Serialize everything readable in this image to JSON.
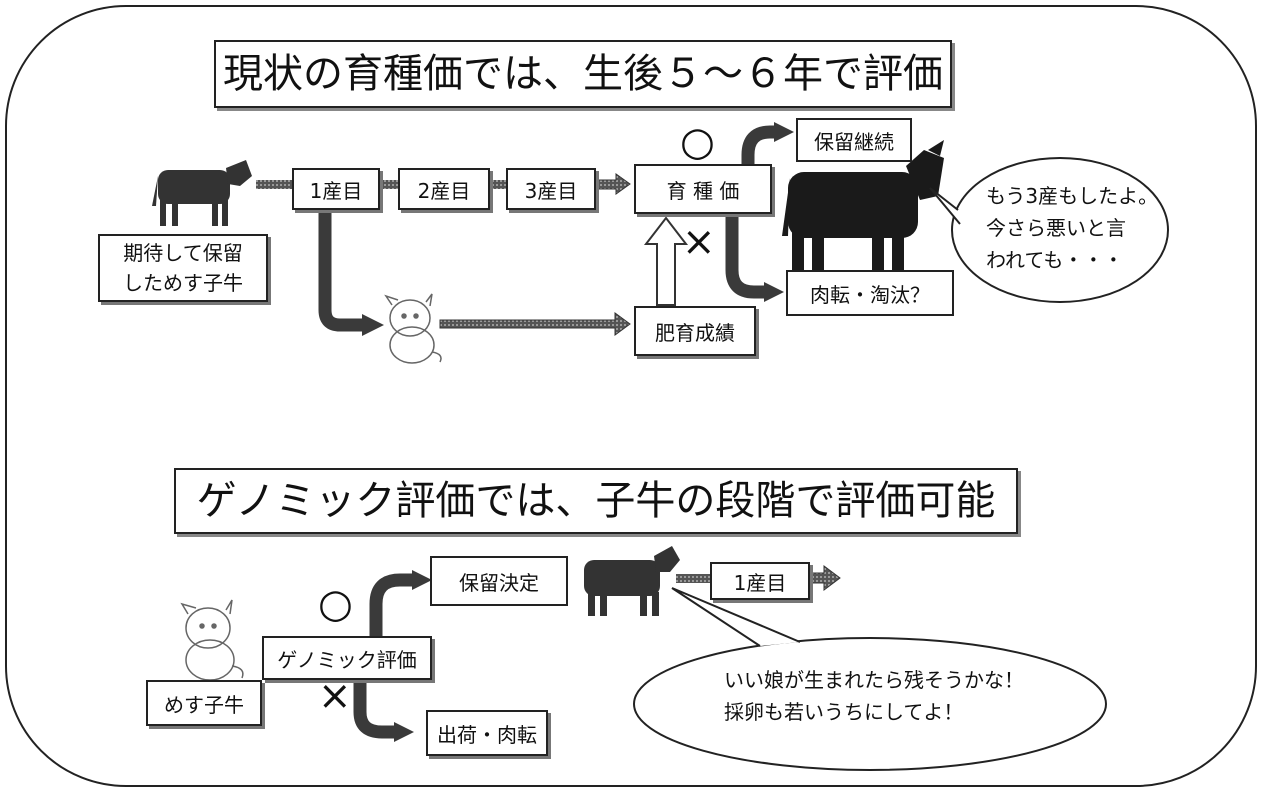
{
  "section1": {
    "title": "現状の育種価では、生後５～６年で評価",
    "calf_label_line1": "期待して保留",
    "calf_label_line2": "しためす子牛",
    "parity1": "1産目",
    "parity2": "2産目",
    "parity3": "3産目",
    "breeding_value": "育 種 価",
    "fattening": "肥育成績",
    "keep_continue": "保留継続",
    "cull": "肉転・淘汰？",
    "ok_mark": "○",
    "ng_mark": "×",
    "bubble_line1": "もう3産もしたよ。",
    "bubble_line2": "今さら悪いと言",
    "bubble_line3": "われても・・・"
  },
  "section2": {
    "title": "ゲノミック評価では、子牛の段階で評価可能",
    "genomic": "ゲノミック評価",
    "female_calf": "めす子牛",
    "keep_decide": "保留決定",
    "ship": "出荷・肉転",
    "parity1": "1産目",
    "ok_mark": "○",
    "ng_mark": "×",
    "bubble_line1": "いい娘が生まれたら残そうかな！",
    "bubble_line2": "採卵も若いうちにしてよ！"
  }
}
